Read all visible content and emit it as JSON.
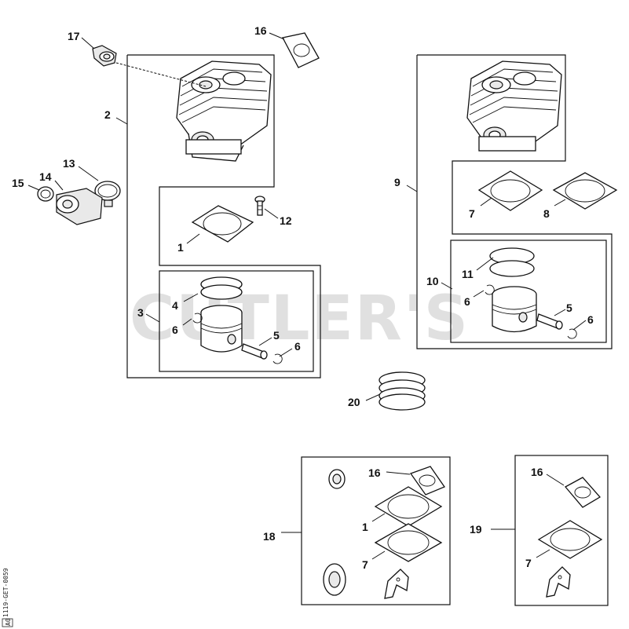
{
  "watermark": "CUTLER'S",
  "drawing_code": "1119-GET-0059",
  "drawing_code_suffix": "A0",
  "labels": {
    "l17": "17",
    "l16a": "16",
    "l2": "2",
    "l13": "13",
    "l14": "14",
    "l15": "15",
    "l12": "12",
    "l1a": "1",
    "l4": "4",
    "l3": "3",
    "l6a": "6",
    "l5a": "5",
    "l6b": "6",
    "l9": "9",
    "l7a": "7",
    "l8": "8",
    "l11": "11",
    "l10": "10",
    "l6c": "6",
    "l5b": "5",
    "l6d": "6",
    "l20": "20",
    "l16b": "16",
    "l1b": "1",
    "l18": "18",
    "l7b": "7",
    "l16c": "16",
    "l19": "19",
    "l7c": "7"
  }
}
